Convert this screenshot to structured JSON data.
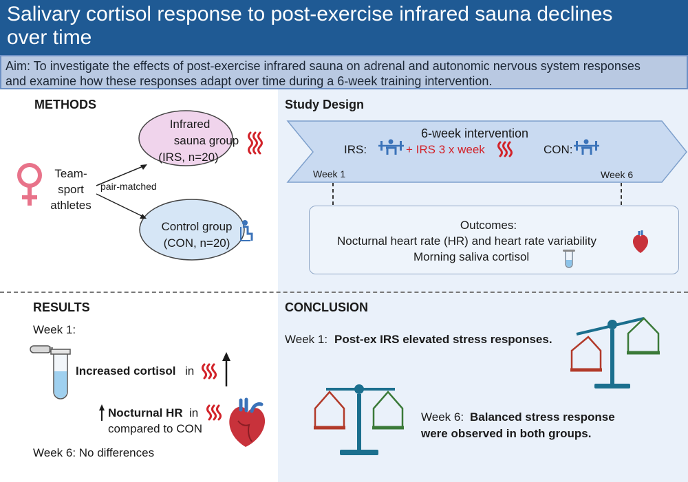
{
  "header": {
    "title": "Salivary cortisol response to post-exercise infrared sauna declines over time",
    "aim_line1": "Aim: To investigate the effects of post-exercise infrared sauna on adrenal and autonomic nervous system responses",
    "aim_line2": "and examine how these responses adapt over time during a 6-week training intervention."
  },
  "methods": {
    "heading": "METHODS",
    "participants_line1": "Team-",
    "participants_line2": "sport",
    "participants_line3": "athletes",
    "pair_label": "pair-matched",
    "irs_line1": "Infrared",
    "irs_line2": "sauna group",
    "irs_line3": "(IRS, n=20)",
    "con_line1": "Control group",
    "con_line2": "(CON, n=20)"
  },
  "design": {
    "heading": "Study Design",
    "intervention": "6-week intervention",
    "irs_label": "IRS:",
    "irs_extra": "+ IRS 3 x week",
    "con_label": "CON:",
    "week1": "Week 1",
    "week6": "Week 6",
    "outcomes_title": "Outcomes:",
    "outcome1": "Nocturnal heart rate (HR) and heart rate variability",
    "outcome2": "Morning saliva cortisol"
  },
  "results": {
    "heading": "RESULTS",
    "week1": "Week 1:",
    "cortisol_bold": "Increased cortisol",
    "cortisol_in": "in",
    "hr_bold": "Nocturnal HR",
    "hr_in": "in",
    "hr_compared": "compared to CON",
    "week6": "Week 6: No differences"
  },
  "conclusion": {
    "heading": "CONCLUSION",
    "w1_label": "Week 1:",
    "w1_text": "Post-ex IRS elevated stress responses.",
    "w6_label": "Week 6:",
    "w6_text_line1": "Balanced stress response",
    "w6_text_line2": "were observed in both groups."
  },
  "colors": {
    "header_bg": "#1f5a94",
    "irs_red": "#d2232a",
    "irs_group_fill": "#f0d4ec",
    "control_group_fill": "#d6e6f6",
    "scale_blue": "#1b6f8e",
    "scale_red": "#b23a2a",
    "scale_green": "#3b7a39"
  },
  "icons": [
    "female-symbol-icon",
    "sauna-heat-icon",
    "seated-person-icon",
    "weightlifter-icon",
    "heart-icon",
    "test-tube-icon",
    "balance-scale-icon",
    "arrow-up-icon"
  ]
}
